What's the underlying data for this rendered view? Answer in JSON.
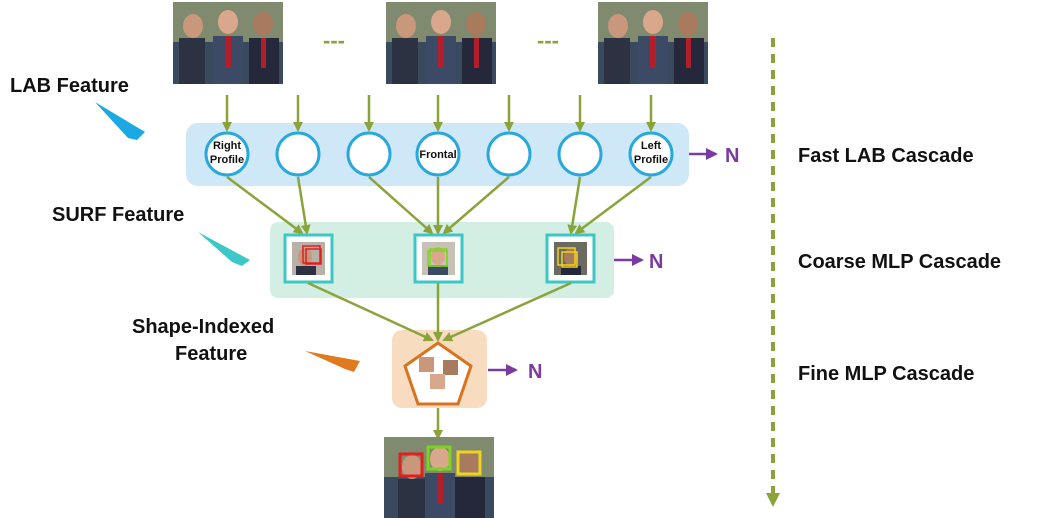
{
  "labels": {
    "lab_feature": "LAB Feature",
    "surf_feature": "SURF Feature",
    "shape_indexed_line1": "Shape-Indexed",
    "shape_indexed_line2": "Feature",
    "dots": "---",
    "n": "N"
  },
  "stages": [
    {
      "label": "Fast LAB Cascade"
    },
    {
      "label": "Coarse MLP Cascade"
    },
    {
      "label": "Fine MLP Cascade"
    }
  ],
  "lab_nodes": [
    {
      "lines": [
        "Right",
        "Profile"
      ]
    },
    {
      "lines": []
    },
    {
      "lines": []
    },
    {
      "lines": [
        "Frontal"
      ]
    },
    {
      "lines": []
    },
    {
      "lines": []
    },
    {
      "lines": [
        "Left",
        "Profile"
      ]
    }
  ],
  "colors": {
    "arrow_green": "#8aa33a",
    "lab_panel": "#cfe8f8",
    "lab_ring": "#29a8dc",
    "surf_panel": "#d3efe3",
    "surf_frame": "#3cc6c6",
    "fine_panel": "#f8dcc0",
    "pentagon": "#d9731f",
    "n_arrow": "#7a3aa0",
    "lab_pointer": "#1ba9e3",
    "surf_pointer": "#3cc8c8",
    "shape_pointer": "#e07a1e",
    "dashed_arrow": "#8aa33a"
  }
}
